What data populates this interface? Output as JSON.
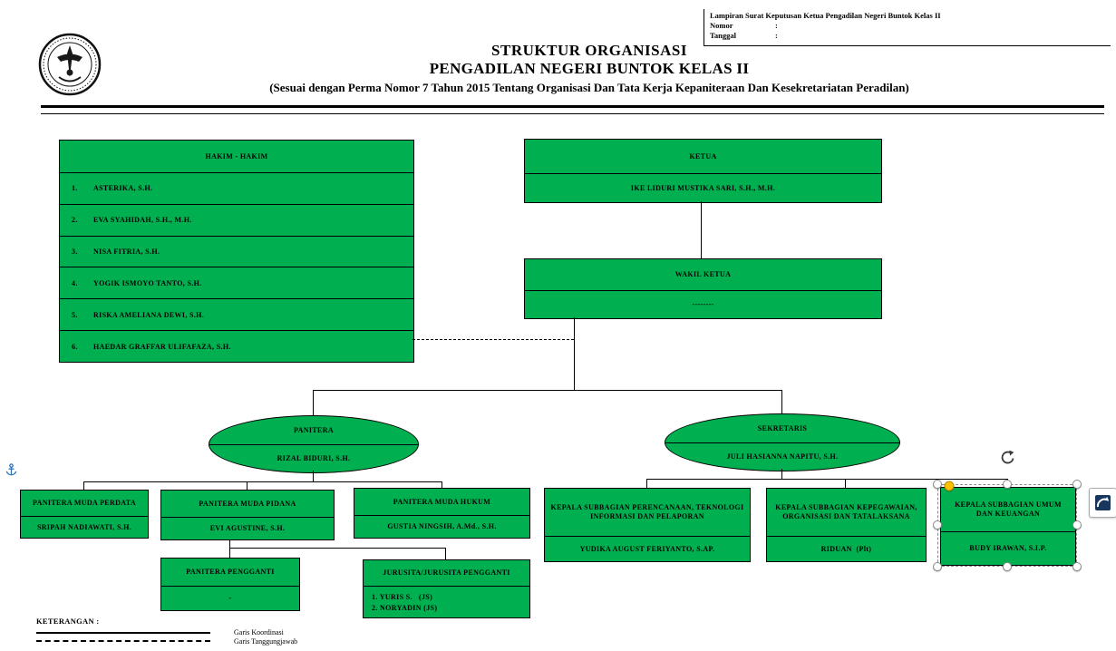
{
  "colors": {
    "green": "#00B050",
    "handle_yellow": "#FFC000",
    "anchor_blue": "#2E74B5",
    "line": "#000000"
  },
  "annotation": {
    "line1": "Lampiran Surat Keputusan Ketua Pengadilan Negeri Buntok Kelas II",
    "nomor_label": "Nomor",
    "tanggal_label": "Tanggal",
    "colon": ":"
  },
  "header": {
    "title1": "STRUKTUR ORGANISASI",
    "title2": "PENGADILAN NEGERI BUNTOK KELAS II",
    "title3": "(Sesuai dengan Perma Nomor 7 Tahun 2015 Tentang Organisasi Dan Tata Kerja Kepaniteraan Dan Kesekretariatan Peradilan)"
  },
  "org": {
    "hakim": {
      "title": "HAKIM - HAKIM",
      "members": [
        {
          "no": "1.",
          "name": "ASTERIKA, S.H."
        },
        {
          "no": "2.",
          "name": "EVA SYAHIDAH, S.H., M.H."
        },
        {
          "no": "3.",
          "name": "NISA FITRIA, S.H."
        },
        {
          "no": "4.",
          "name": "YOGIK ISMOYO TANTO, S.H."
        },
        {
          "no": "5.",
          "name": "RISKA AMELIANA DEWI, S.H."
        },
        {
          "no": "6.",
          "name": "HAEDAR GRAFFAR ULIFAFAZA, S.H."
        }
      ]
    },
    "ketua": {
      "title": "KETUA",
      "name": "IKE LIDURI MUSTIKA SARI, S.H., M.H."
    },
    "wakil_ketua": {
      "title": "WAKIL KETUA",
      "name": "--------"
    },
    "panitera": {
      "title": "PANITERA",
      "name": "RIZAL BIDURI, S.H."
    },
    "sekretaris": {
      "title": "SEKRETARIS",
      "name": "JULI HASIANNA NAPITU, S.H."
    },
    "panmud_perdata": {
      "title": "PANITERA MUDA PERDATA",
      "name": "SRIPAH NADIAWATI, S.H."
    },
    "panmud_pidana": {
      "title": "PANITERA MUDA PIDANA",
      "name": "EVI AGUSTINE, S.H."
    },
    "panmud_hukum": {
      "title": "PANITERA MUDA HUKUM",
      "name": "GUSTIA NINGSIH, A.Md., S.H."
    },
    "panitera_pengganti": {
      "title": "PANITERA PENGGANTI",
      "name": "-"
    },
    "jurusita": {
      "title": "JURUSITA/JURUSITA PENGGANTI",
      "staff": [
        "1. YURIS S.   (JS)",
        "2. NORYADIN (JS)"
      ]
    },
    "subbag_perencanaan": {
      "title": "KEPALA SUBBAGIAN PERENCANAAN, TEKNOLOGI INFORMASI DAN PELAPORAN",
      "name": "YUDIKA AUGUST FERIYANTO, S.AP."
    },
    "subbag_kepegawaian": {
      "title": "KEPALA SUBBAGIAN KEPEGAWAIAN, ORGANISASI DAN TATALAKSANA",
      "name": "RIDUAN  (Plt)"
    },
    "subbag_umum": {
      "title": "KEPALA SUBBAGIAN UMUM DAN KEUANGAN",
      "name": "BUDY IRAWAN, S.I.P."
    }
  },
  "keterangan": {
    "label": "KETERANGAN :",
    "legend": [
      {
        "line_style": "solid",
        "label": "Garis Koordinasi"
      },
      {
        "line_style": "dashed",
        "label": "Garis Tanggungjawab"
      }
    ]
  },
  "icons": {
    "seal": "court-seal-logo",
    "anchor": "object-anchor-icon",
    "rotate": "rotate-handle-icon",
    "layout_options": "layout-options-icon"
  }
}
